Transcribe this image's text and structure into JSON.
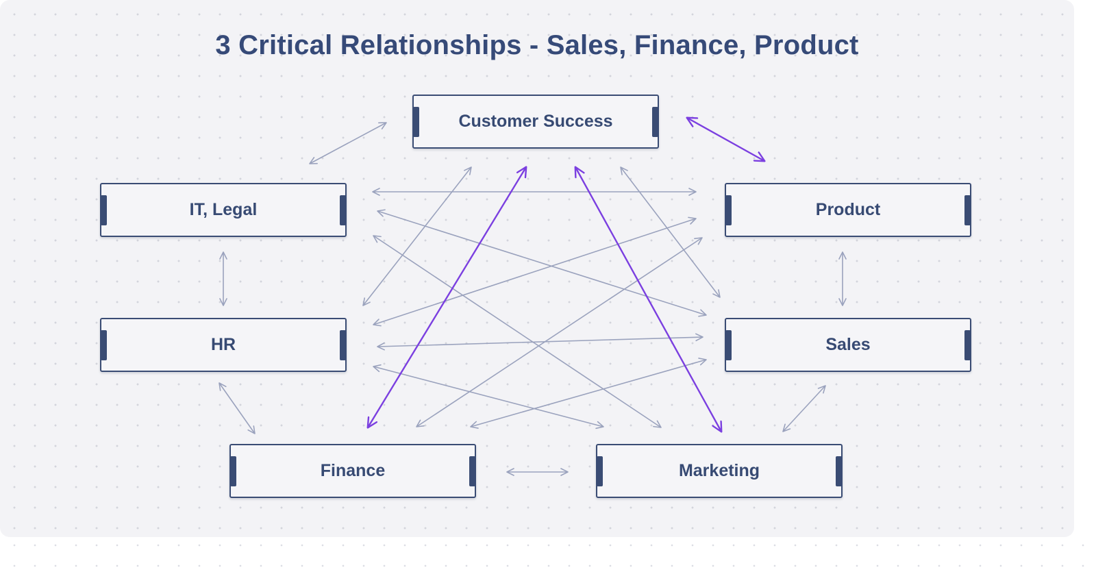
{
  "title": "3 Critical Relationships - Sales, Finance, Product",
  "colors": {
    "background": "#f3f3f6",
    "node_border": "#3a4c74",
    "text": "#364a78",
    "connector": "#9aa2bd",
    "critical_connector": "#7b3fe0"
  },
  "nodes": {
    "customer_success": "Customer Success",
    "it_legal": "IT, Legal",
    "product": "Product",
    "hr": "HR",
    "sales": "Sales",
    "finance": "Finance",
    "marketing": "Marketing"
  },
  "relationships": [
    {
      "from": "Customer Success",
      "to": "IT, Legal",
      "critical": false
    },
    {
      "from": "Customer Success",
      "to": "Product",
      "critical": true
    },
    {
      "from": "Customer Success",
      "to": "HR",
      "critical": false
    },
    {
      "from": "Customer Success",
      "to": "Finance",
      "critical": true
    },
    {
      "from": "Customer Success",
      "to": "Marketing",
      "critical": true
    },
    {
      "from": "Customer Success",
      "to": "Sales",
      "critical": false
    },
    {
      "from": "IT, Legal",
      "to": "Product",
      "critical": false
    },
    {
      "from": "IT, Legal",
      "to": "Sales",
      "critical": false
    },
    {
      "from": "IT, Legal",
      "to": "Marketing",
      "critical": false
    },
    {
      "from": "IT, Legal",
      "to": "HR",
      "critical": false
    },
    {
      "from": "HR",
      "to": "Product",
      "critical": false
    },
    {
      "from": "HR",
      "to": "Sales",
      "critical": false
    },
    {
      "from": "HR",
      "to": "Marketing",
      "critical": false
    },
    {
      "from": "HR",
      "to": "Finance",
      "critical": false
    },
    {
      "from": "Product",
      "to": "Finance",
      "critical": false
    },
    {
      "from": "Product",
      "to": "Sales",
      "critical": false
    },
    {
      "from": "Sales",
      "to": "Finance",
      "critical": false
    },
    {
      "from": "Sales",
      "to": "Marketing",
      "critical": false
    },
    {
      "from": "Finance",
      "to": "Marketing",
      "critical": false
    }
  ]
}
